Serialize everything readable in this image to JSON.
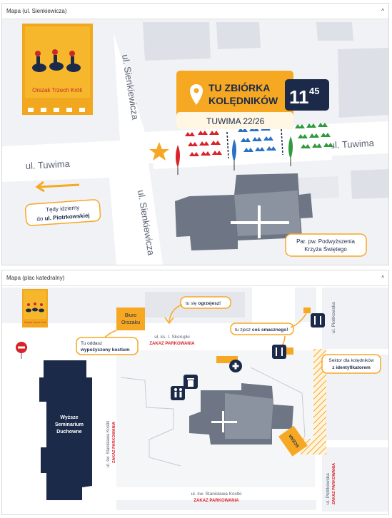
{
  "panels": [
    {
      "title": "Mapa (ul. Sienkiewicza)",
      "collapse": "^"
    },
    {
      "title": "Mapa (plac katedralny)",
      "collapse": "^"
    }
  ],
  "map1": {
    "logo_text": "Orszak Trzech Króli",
    "streets": {
      "sienkiewicza_top": "ul. Sienkiewicza",
      "tuwima_right": "ul. Tuwima",
      "tuwima_left": "ul. Tuwima",
      "sienkiewicza_bottom": "ul. Sienkiewicza"
    },
    "meeting": {
      "line1": "TU ZBIÓRKA",
      "line2": "KOLĘDNIKÓW",
      "address": "TUWIMA 22/26",
      "hour": "11",
      "minutes": "45"
    },
    "direction": {
      "line1": "Tędy idziemy",
      "line2_prefix": "do ",
      "line2_bold": "ul. Piotrkowskiej"
    },
    "church": {
      "line1": "Par. pw. Podwyższenia",
      "line2": "Krzyża Świętego"
    },
    "colors": {
      "orange": "#f7a823",
      "navy": "#1c2a4a",
      "red": "#d8232a",
      "blue": "#2a70c4",
      "green": "#2e9a3c"
    }
  },
  "map2": {
    "logo_text": "Orszak Trzech Króli",
    "biuro": {
      "line1": "Biuro",
      "line2": "Orszaku"
    },
    "kostium": {
      "line1": "Tu oddasz",
      "line2": "wypożyczony kostium"
    },
    "ogrzejesz": {
      "prefix": "tu się ",
      "bold": "ogrzejesz!"
    },
    "smacznego": {
      "prefix": "tu zjesz ",
      "bold": "coś smacznego!"
    },
    "sektor": {
      "line1": "Sektor dla kolędników",
      "line2": "z identyfikatorem"
    },
    "seminarium": {
      "line1": "Wyższe",
      "line2": "Seminarium",
      "line3": "Duchowne"
    },
    "streets": {
      "skorupki": "ul. ks. I. Skorupki",
      "skorupki_note": "ZAKAZ PARKOWANIA",
      "kostki_v": "ul. św. Stanisława Kostki",
      "kostki_v_note": "ZAKAZ PARKOWANIA",
      "kostki_h": "ul. św. Stanisława Kostki",
      "kostki_h_note": "ZAKAZ PARKOWANIA",
      "piotrkowska_top": "ul. Piotrkowska",
      "piotrkowska_bottom": "ul. Piotrkowska",
      "piotrkowska_note": "ZAKAZ PARKOWANIA"
    },
    "scena": "SCENA"
  }
}
